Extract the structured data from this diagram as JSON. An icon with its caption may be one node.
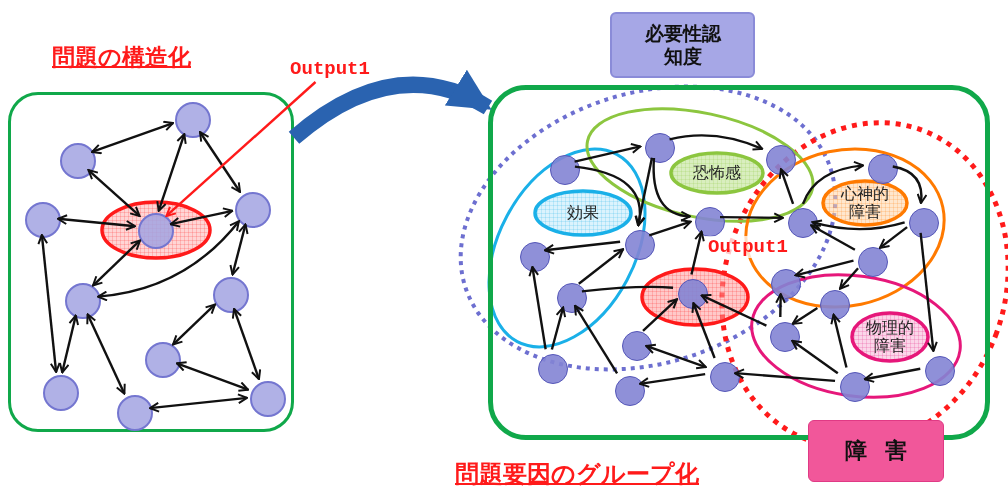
{
  "diagram": {
    "nodes": [
      {
        "text": [],
        "shape": "box"
      },
      {
        "text": [],
        "shape": "circle",
        "in": 0
      },
      {
        "text": [],
        "shape": "circle",
        "in": 0
      },
      {
        "text": [],
        "shape": "circle",
        "in": 0
      },
      {
        "text": [],
        "shape": "circle",
        "in": 0
      },
      {
        "text": [],
        "shape": "ellipse",
        "in": 0
      },
      {
        "text": [],
        "shape": "circle",
        "in": 5
      },
      {
        "text": [],
        "shape": "circle",
        "in": 0
      },
      {
        "text": [],
        "shape": "circle",
        "in": 0
      },
      {
        "text": [],
        "shape": "circle",
        "in": 0
      },
      {
        "text": [],
        "shape": "circle",
        "in": 0
      },
      {
        "text": [],
        "shape": "circle",
        "in": 0
      },
      {
        "text": [],
        "shape": "circle",
        "in": 0
      },
      {
        "text": [
          "Output1"
        ]
      },
      {
        "text": [],
        "shape": "box"
      },
      {
        "text": [
          "必要性認知度"
        ]
      },
      {
        "text": [
          "障害"
        ]
      },
      {
        "text": [
          "効果"
        ],
        "in": 14
      },
      {
        "text": [
          "恐怖感"
        ],
        "in": 14
      },
      {
        "text": [],
        "shape": "ellipse",
        "in": 14
      },
      {
        "text": [
          "心神的障害"
        ],
        "in": 14
      },
      {
        "text": [
          "物理的障害"
        ],
        "in": 14
      },
      {
        "text": [],
        "shape": "circle",
        "in": 14
      },
      {
        "text": [],
        "shape": "circle",
        "in": 14
      },
      {
        "text": [],
        "shape": "circle",
        "in": 14
      },
      {
        "text": [],
        "shape": "circle",
        "in": 14
      },
      {
        "text": [],
        "shape": "circle",
        "in": 14
      },
      {
        "text": [],
        "shape": "circle",
        "in": 14
      },
      {
        "text": [],
        "shape": "circle",
        "in": 14
      },
      {
        "text": [],
        "shape": "circle",
        "in": 19
      },
      {
        "text": [],
        "shape": "circle",
        "in": 14
      },
      {
        "text": [],
        "shape": "circle",
        "in": 14
      },
      {
        "text": [],
        "shape": "circle",
        "in": 14
      },
      {
        "text": [],
        "shape": "circle",
        "in": 14
      },
      {
        "text": [],
        "shape": "circle",
        "in": 14
      },
      {
        "text": [],
        "shape": "circle",
        "in": 14
      },
      {
        "text": [],
        "shape": "circle",
        "in": 14
      },
      {
        "text": [],
        "shape": "circle",
        "in": 14
      },
      {
        "text": [],
        "shape": "circle",
        "in": 14
      },
      {
        "text": [],
        "shape": "circle",
        "in": 14
      },
      {
        "text": [],
        "shape": "circle",
        "in": 14
      },
      {
        "text": [],
        "shape": "circle",
        "in": 14
      },
      {
        "text": [],
        "shape": "circle",
        "in": 14
      }
    ],
    "edges": [
      {
        "from": 2,
        "to": 1,
        "arrow": "both"
      },
      {
        "from": 1,
        "to": 4,
        "arrow": "both"
      },
      {
        "from": 1,
        "to": 6,
        "arrow": "both"
      },
      {
        "from": 2,
        "to": 6,
        "arrow": "both"
      },
      {
        "from": 3,
        "to": 6,
        "arrow": "both"
      },
      {
        "from": 6,
        "to": 4,
        "arrow": "both"
      },
      {
        "from": 6,
        "to": 7,
        "arrow": "both"
      },
      {
        "from": 4,
        "to": 7,
        "arrow": "both"
      },
      {
        "from": 4,
        "to": 8,
        "arrow": "both"
      },
      {
        "from": 3,
        "to": 10,
        "arrow": "both"
      },
      {
        "from": 7,
        "to": 10,
        "arrow": "both"
      },
      {
        "from": 7,
        "to": 11,
        "arrow": "both"
      },
      {
        "from": 8,
        "to": 9,
        "arrow": "both"
      },
      {
        "from": 8,
        "to": 12,
        "arrow": "both"
      },
      {
        "from": 9,
        "to": 12,
        "arrow": "both"
      },
      {
        "from": 11,
        "to": 12,
        "arrow": "both"
      },
      {
        "from": 13,
        "to": 6,
        "arrow": "to",
        "color": "#ff1a1a"
      },
      {
        "from": 0,
        "to": 14,
        "arrow": "to",
        "style": "thick",
        "color": "#2a63b0"
      },
      {
        "from": 22,
        "to": 25,
        "arrow": "to"
      },
      {
        "from": 22,
        "to": 24,
        "arrow": "to"
      },
      {
        "from": 24,
        "to": 23,
        "arrow": "to"
      },
      {
        "from": 25,
        "to": 24,
        "arrow": "to"
      },
      {
        "from": 25,
        "to": 33,
        "arrow": "to"
      },
      {
        "from": 25,
        "to": 28,
        "arrow": "to"
      },
      {
        "from": 26,
        "to": 24,
        "arrow": "to"
      },
      {
        "from": 26,
        "to": 29,
        "arrow": "none"
      },
      {
        "from": 27,
        "to": 23,
        "arrow": "to"
      },
      {
        "from": 27,
        "to": 26,
        "arrow": "to"
      },
      {
        "from": 24,
        "to": 28,
        "arrow": "to"
      },
      {
        "from": 29,
        "to": 28,
        "arrow": "to"
      },
      {
        "from": 28,
        "to": 34,
        "arrow": "to"
      },
      {
        "from": 30,
        "to": 29,
        "arrow": "to"
      },
      {
        "from": 31,
        "to": 29,
        "arrow": "to"
      },
      {
        "from": 30,
        "to": 31,
        "arrow": "both"
      },
      {
        "from": 32,
        "to": 26,
        "arrow": "to"
      },
      {
        "from": 31,
        "to": 32,
        "arrow": "to"
      },
      {
        "from": 40,
        "to": 29,
        "arrow": "to"
      },
      {
        "from": 42,
        "to": 31,
        "arrow": "to"
      },
      {
        "from": 34,
        "to": 33,
        "arrow": "to"
      },
      {
        "from": 34,
        "to": 35,
        "arrow": "to"
      },
      {
        "from": 35,
        "to": 36,
        "arrow": "to"
      },
      {
        "from": 36,
        "to": 34,
        "arrow": "to"
      },
      {
        "from": 36,
        "to": 37,
        "arrow": "to"
      },
      {
        "from": 37,
        "to": 34,
        "arrow": "to"
      },
      {
        "from": 37,
        "to": 38,
        "arrow": "to"
      },
      {
        "from": 37,
        "to": 39,
        "arrow": "to"
      },
      {
        "from": 36,
        "to": 41,
        "arrow": "to"
      },
      {
        "from": 39,
        "to": 40,
        "arrow": "to"
      },
      {
        "from": 40,
        "to": 38,
        "arrow": "to"
      },
      {
        "from": 42,
        "to": 40,
        "arrow": "to"
      },
      {
        "from": 42,
        "to": 39,
        "arrow": "to"
      },
      {
        "from": 41,
        "to": 42,
        "arrow": "to"
      }
    ],
    "labels": [
      "問題の構造化",
      "Output1",
      "問題要因のグループ化"
    ]
  }
}
